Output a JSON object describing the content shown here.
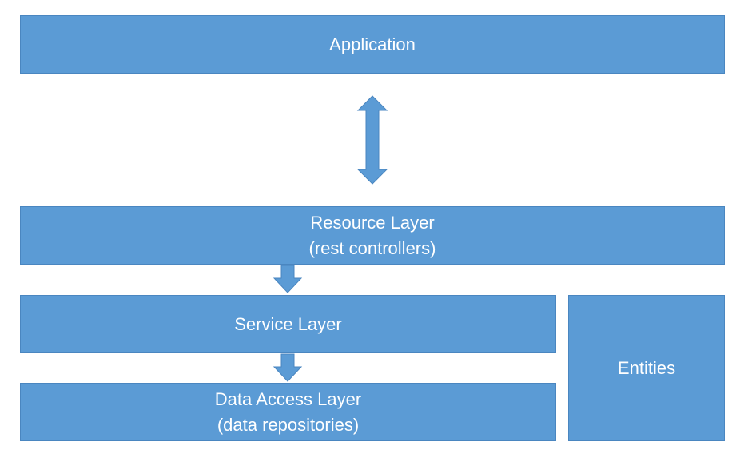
{
  "diagram": {
    "application": {
      "label": "Application"
    },
    "resource_layer": {
      "line1": "Resource Layer",
      "line2": "(rest controllers)"
    },
    "service_layer": {
      "label": "Service Layer"
    },
    "data_access_layer": {
      "line1": "Data Access Layer",
      "line2": "(data repositories)"
    },
    "entities": {
      "label": "Entities"
    }
  },
  "colors": {
    "box_fill": "#5b9bd5",
    "box_border": "#4a86c0",
    "text": "#ffffff"
  },
  "icons": {
    "bidirectional_arrow": "double-headed-vertical-arrow",
    "down_arrow": "down-arrow"
  }
}
